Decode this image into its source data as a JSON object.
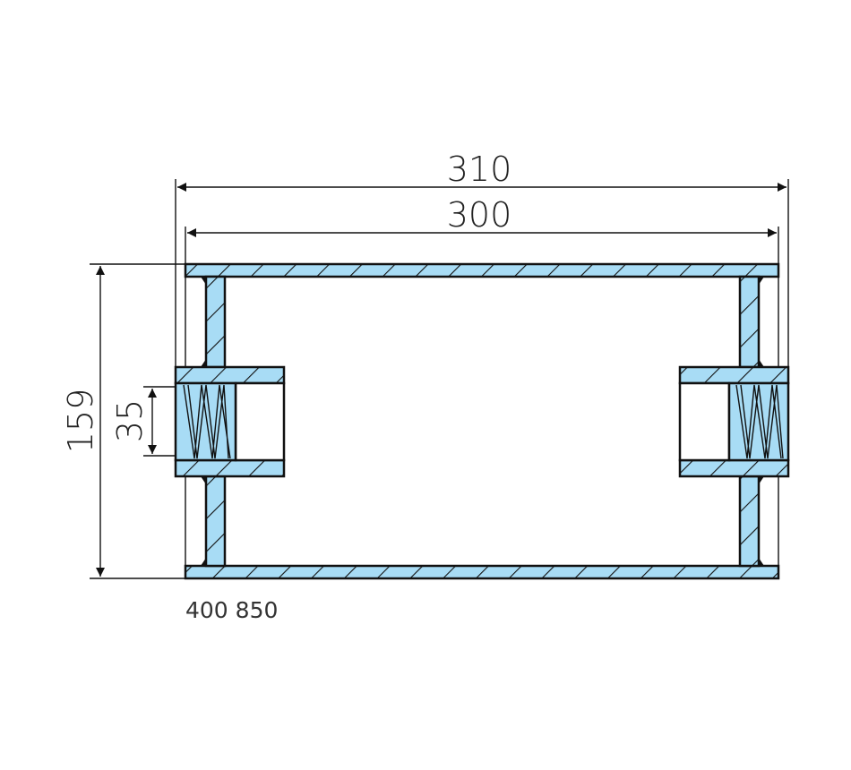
{
  "dimensions": {
    "overall_width": "310",
    "inner_width": "300",
    "height": "159",
    "bore": "35"
  },
  "part_number": "400 850",
  "colors": {
    "fill": "#a8dcf5",
    "line": "#111111"
  }
}
